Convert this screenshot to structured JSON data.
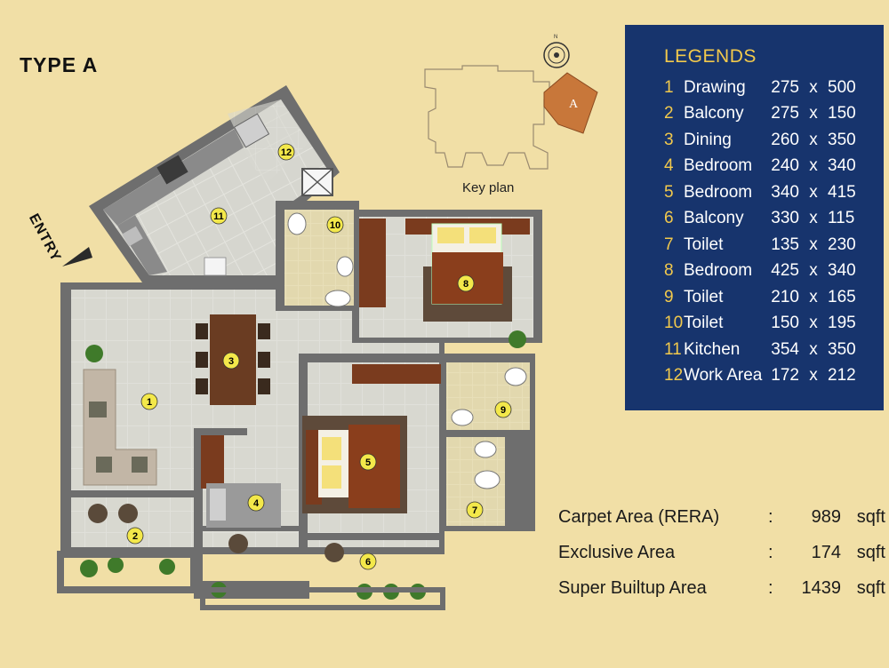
{
  "plan_title": "TYPE  A",
  "entry_label": "ENTRY",
  "key_plan": {
    "label": "Key plan",
    "block_label": "A",
    "north_label": "N"
  },
  "legend": {
    "title": "LEGENDS",
    "items": [
      {
        "num": "1",
        "name": "Drawing",
        "a": "275",
        "x": "x",
        "b": "500"
      },
      {
        "num": "2",
        "name": "Balcony",
        "a": "275",
        "x": "x",
        "b": "150"
      },
      {
        "num": "3",
        "name": "Dining",
        "a": "260",
        "x": "x",
        "b": "350"
      },
      {
        "num": "4",
        "name": "Bedroom",
        "a": "240",
        "x": "x",
        "b": "340"
      },
      {
        "num": "5",
        "name": "Bedroom",
        "a": "340",
        "x": "x",
        "b": "415"
      },
      {
        "num": "6",
        "name": "Balcony",
        "a": "330",
        "x": "x",
        "b": "115"
      },
      {
        "num": "7",
        "name": "Toilet",
        "a": "135",
        "x": "x",
        "b": "230"
      },
      {
        "num": "8",
        "name": "Bedroom",
        "a": "425",
        "x": "x",
        "b": "340"
      },
      {
        "num": "9",
        "name": "Toilet",
        "a": "210",
        "x": "x",
        "b": "165"
      },
      {
        "num": "10",
        "name": "Toilet",
        "a": "150",
        "x": "x",
        "b": "195"
      },
      {
        "num": "11",
        "name": "Kitchen",
        "a": "354",
        "x": "x",
        "b": "350"
      },
      {
        "num": "12",
        "name": "Work Area",
        "a": "172",
        "x": "x",
        "b": "212"
      }
    ]
  },
  "areas": [
    {
      "name": "Carpet Area (RERA)",
      "colon": ":",
      "value": "989",
      "unit": "sqft"
    },
    {
      "name": "Exclusive Area",
      "colon": ":",
      "value": "174",
      "unit": "sqft"
    },
    {
      "name": "Super Builtup Area",
      "colon": ":",
      "value": "1439",
      "unit": "sqft"
    }
  ],
  "room_markers": [
    "1",
    "2",
    "3",
    "4",
    "5",
    "6",
    "7",
    "8",
    "9",
    "10",
    "11",
    "12"
  ],
  "colors": {
    "background": "#f1dfa6",
    "legend_bg": "#17346d",
    "legend_accent": "#f2c94c",
    "wall": "#6b6b6b",
    "floor": "#dcdcd4",
    "wood": "#7a3b1e",
    "marker": "#f3e84a"
  }
}
